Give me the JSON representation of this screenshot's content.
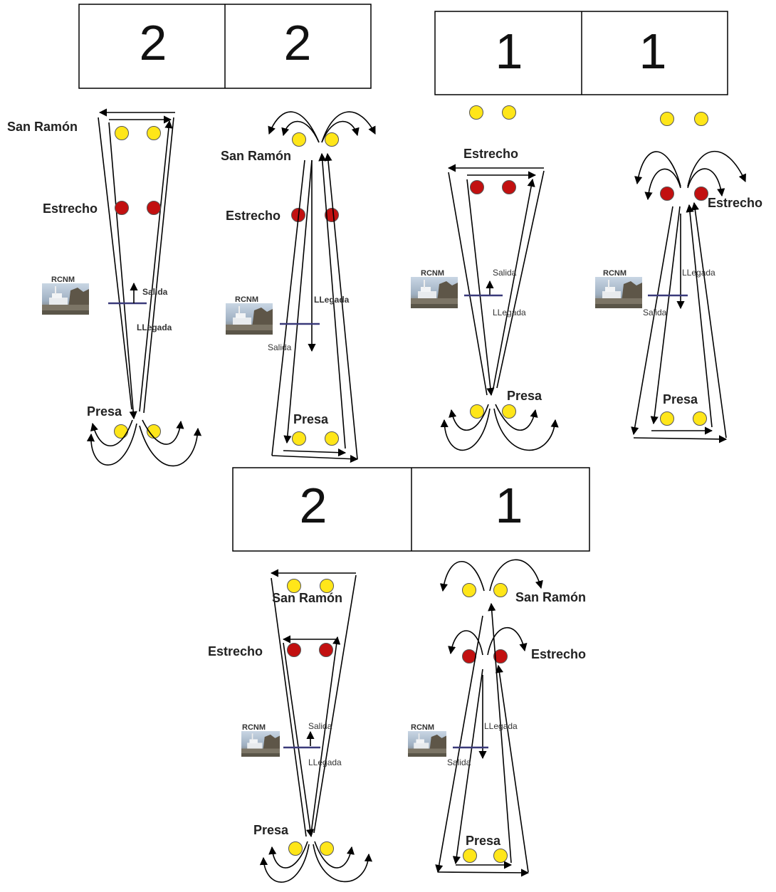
{
  "boxes": {
    "top_left": [
      "2",
      "2"
    ],
    "top_right": [
      "1",
      "1"
    ],
    "bottom": [
      "2",
      "1"
    ]
  },
  "labels": {
    "san_ramon": "San Ramón",
    "estrecho": "Estrecho",
    "presa": "Presa",
    "rcnm": "RCNM",
    "salida": "Salida",
    "llegada": "LLegada"
  },
  "colors": {
    "yellow": "#ffe619",
    "red": "#c21010",
    "line": "#000000",
    "station_line": "#3a3a7a"
  }
}
